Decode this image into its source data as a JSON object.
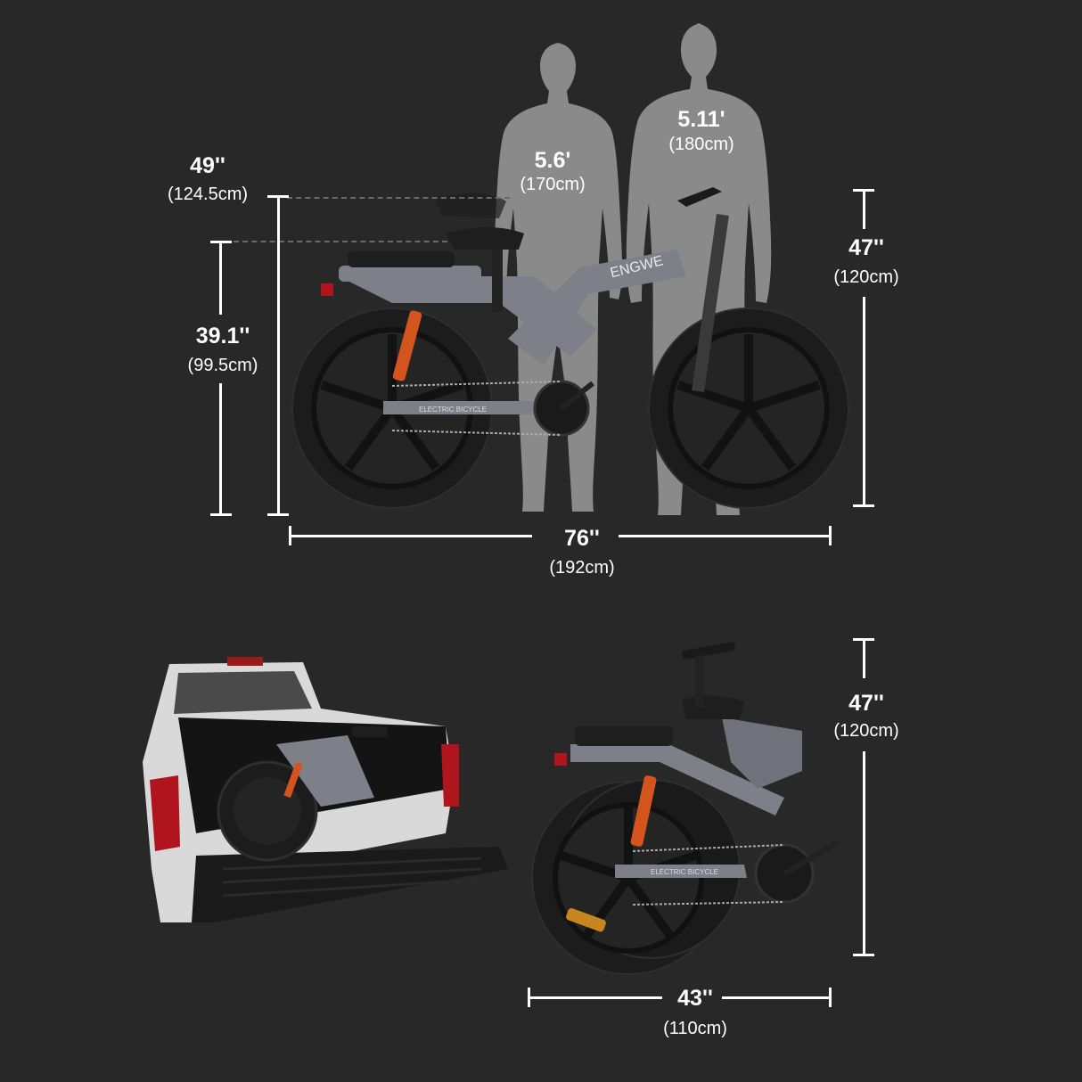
{
  "colors": {
    "background": "#282828",
    "silhouette": "#8a8a8a",
    "frame": "#7d8088",
    "tire": "#1c1c1c",
    "shock": "#d4541e",
    "dimension_line": "#ffffff",
    "taillight": "#b0141c",
    "truck_body": "#d9d9d9"
  },
  "brand": {
    "frame_logo": "ENGWE",
    "chainstay_text": "ELECTRIC BICYCLE"
  },
  "unfolded": {
    "max_seat_height": {
      "imperial": "49''",
      "metric": "(124.5cm)"
    },
    "min_seat_height": {
      "imperial": "39.1''",
      "metric": "(99.5cm)"
    },
    "handlebar_height": {
      "imperial": "47''",
      "metric": "(120cm)"
    },
    "length": {
      "imperial": "76''",
      "metric": "(192cm)"
    }
  },
  "riders": [
    {
      "height_imperial": "5.6'",
      "height_metric": "(170cm)"
    },
    {
      "height_imperial": "5.11'",
      "height_metric": "(180cm)"
    }
  ],
  "folded": {
    "height": {
      "imperial": "47''",
      "metric": "(120cm)"
    },
    "length": {
      "imperial": "43''",
      "metric": "(110cm)"
    }
  },
  "icons": [
    "person-silhouette-icon",
    "folding-ebike-illustration",
    "pickup-truck-illustration"
  ]
}
